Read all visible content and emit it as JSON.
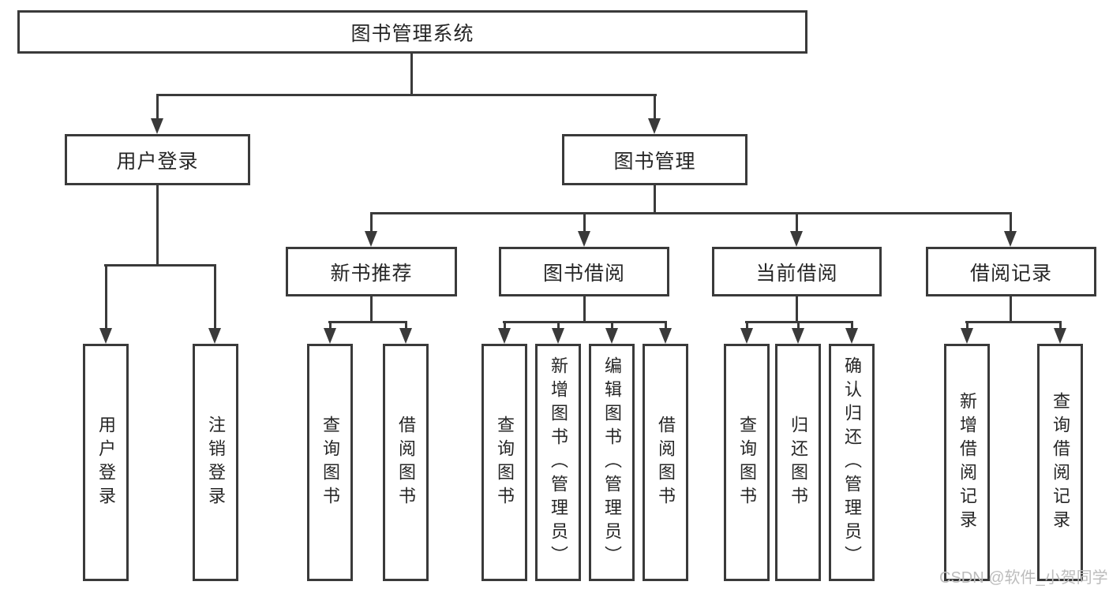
{
  "watermark": "CSDN @软件_小贺同学",
  "colors": {
    "line": "#3a3a3a",
    "text": "#262626",
    "background": "#ffffff",
    "watermark": "#bcbcbc"
  },
  "tree": {
    "label": "图书管理系统",
    "children": [
      {
        "label": "用户登录",
        "children": [
          {
            "label": "用户登录"
          },
          {
            "label": "注销登录"
          }
        ]
      },
      {
        "label": "图书管理",
        "children": [
          {
            "label": "新书推荐",
            "children": [
              {
                "label": "查询图书"
              },
              {
                "label": "借阅图书"
              }
            ]
          },
          {
            "label": "图书借阅",
            "children": [
              {
                "label": "查询图书"
              },
              {
                "label": "新增图书（管理员）"
              },
              {
                "label": "编辑图书（管理员）"
              },
              {
                "label": "借阅图书"
              }
            ]
          },
          {
            "label": "当前借阅",
            "children": [
              {
                "label": "查询图书"
              },
              {
                "label": "归还图书"
              },
              {
                "label": "确认归还（管理员）"
              }
            ]
          },
          {
            "label": "借阅记录",
            "children": [
              {
                "label": "新增借阅记录"
              },
              {
                "label": "查询借阅记录"
              }
            ]
          }
        ]
      }
    ]
  }
}
